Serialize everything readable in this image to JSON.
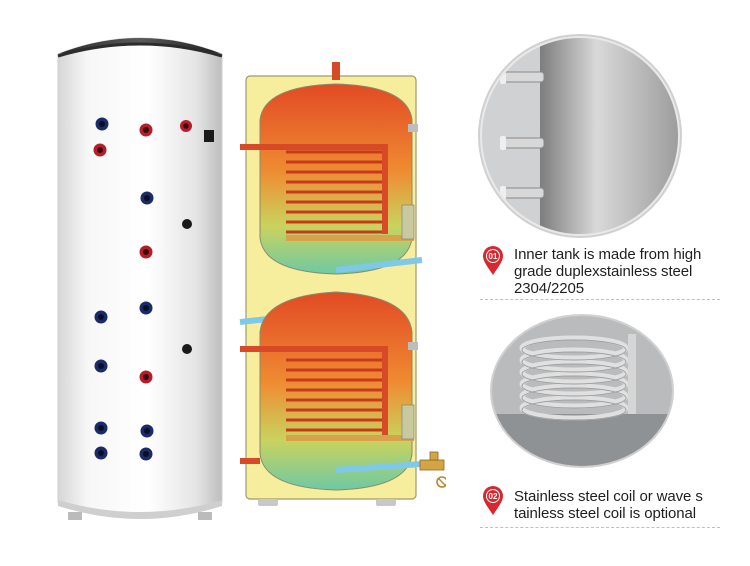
{
  "features": [
    {
      "number": "01",
      "lines": [
        "Inner tank is made from high",
        "grade duplexstainless steel",
        "2304/2205"
      ]
    },
    {
      "number": "02",
      "lines": [
        "Stainless steel coil or wave s",
        "tainless steel coil is optional"
      ]
    }
  ],
  "colors": {
    "pin": "#d8282f",
    "tank_body": "#f1f1f1",
    "diagram_casing": "#f6ee9c",
    "hot": "#e8502a",
    "cold": "#7ec9e8"
  },
  "icons": [
    "location-pin-icon",
    "location-pin-icon"
  ]
}
